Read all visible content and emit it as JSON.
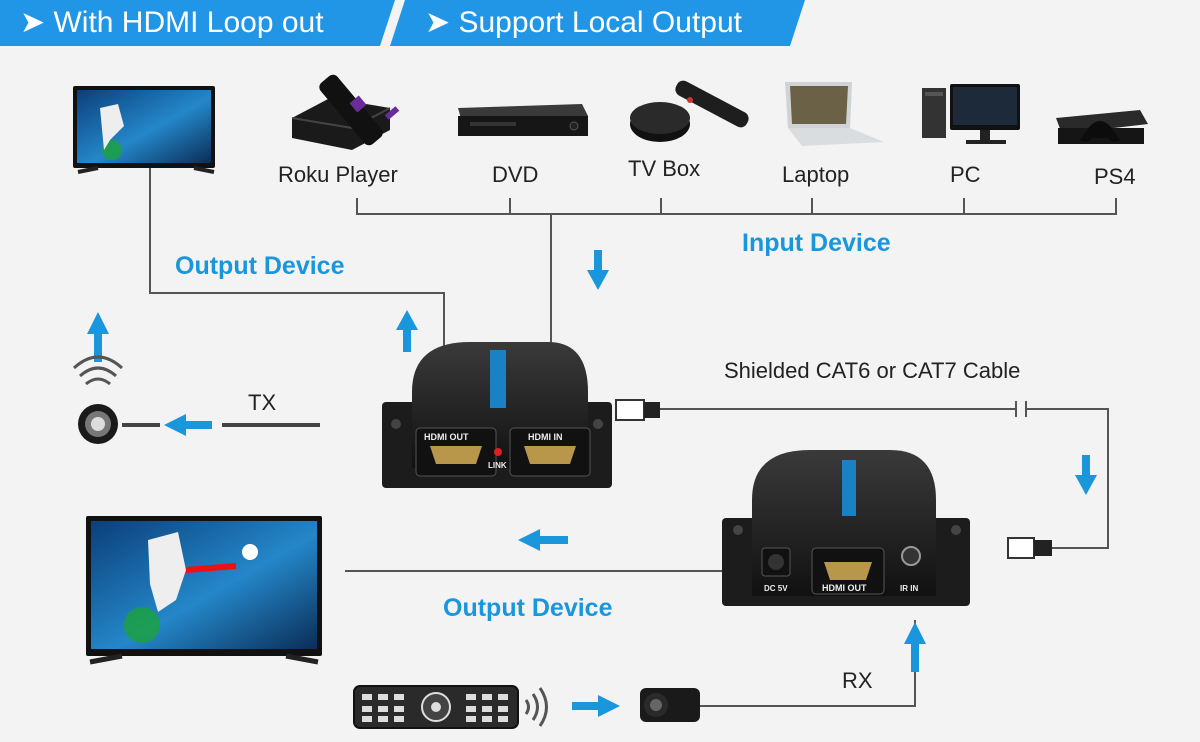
{
  "banners": {
    "left": "➤ With HDMI Loop out",
    "right": "➤ Support Local Output"
  },
  "input_devices": {
    "title": "Input Device",
    "items": [
      "Roku Player",
      "DVD",
      "TV Box",
      "Laptop",
      "PC",
      "PS4"
    ]
  },
  "output_device_top": "Output Device",
  "output_device_bottom": "Output Device",
  "cable_label": "Shielded CAT6 or CAT7 Cable",
  "tx_label": "TX",
  "rx_label": "RX",
  "transmitter": {
    "port_out": "HDMI OUT",
    "port_in": "HDMI IN",
    "led_label": "LINK"
  },
  "receiver": {
    "power_label": "DC 5V",
    "port_out": "HDMI OUT",
    "ir_label": "IR IN"
  },
  "colors": {
    "accent": "#1a96dc",
    "banner": "#2196e6",
    "line": "#555555",
    "device": "#1c1c1c"
  }
}
